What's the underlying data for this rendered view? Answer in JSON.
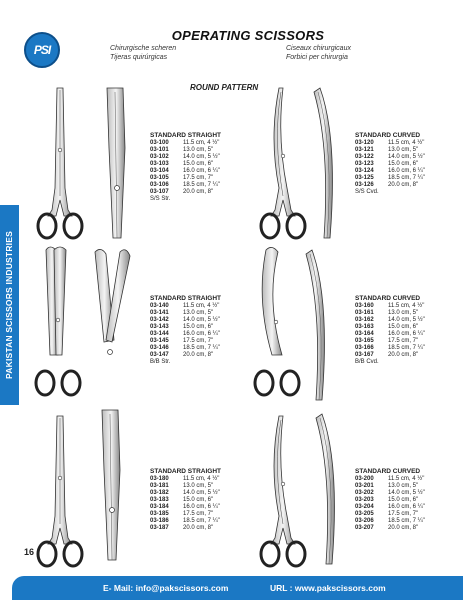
{
  "logo": {
    "text": "PSI"
  },
  "title": "OPERATING SCISSORS",
  "subtitles": {
    "de": "Chirurgische scheren",
    "es": "Tijeras quirúrgicas",
    "fr": "Ciseaux chirurgicaux",
    "it": "Forbici per chirurgia"
  },
  "pattern_label": "ROUND PATTERN",
  "sidebar_text": "PAKISTAN SCISSORS INDUSTRIES",
  "sizes": [
    "11.5 cm, 4 ½\"",
    "13.0 cm, 5\"",
    "14.0 cm, 5 ½\"",
    "15.0 cm, 6\"",
    "16.0 cm, 6 ¼\"",
    "17.5 cm, 7\"",
    "18.5 cm, 7 ¼\"",
    "20.0 cm, 8\""
  ],
  "blocks": [
    {
      "head": "STANDARD STRAIGHT",
      "codes": [
        "03-100",
        "03-101",
        "03-102",
        "03-103",
        "03-104",
        "03-105",
        "03-106",
        "03-107"
      ],
      "note": "S/S Str."
    },
    {
      "head": "STANDARD CURVED",
      "codes": [
        "03-120",
        "03-121",
        "03-122",
        "03-123",
        "03-124",
        "03-125",
        "03-126"
      ],
      "note": "S/S Cvd."
    },
    {
      "head": "STANDARD STRAIGHT",
      "codes": [
        "03-140",
        "03-141",
        "03-142",
        "03-143",
        "03-144",
        "03-145",
        "03-146",
        "03-147"
      ],
      "note": "B/B Str."
    },
    {
      "head": "STANDARD CURVED",
      "codes": [
        "03-160",
        "03-161",
        "03-162",
        "03-163",
        "03-164",
        "03-165",
        "03-166",
        "03-167"
      ],
      "note": "B/B Cvd."
    },
    {
      "head": "STANDARD STRAIGHT",
      "codes": [
        "03-180",
        "03-181",
        "03-182",
        "03-183",
        "03-184",
        "03-185",
        "03-186",
        "03-187"
      ],
      "note": ""
    },
    {
      "head": "STANDARD CURVED",
      "codes": [
        "03-200",
        "03-201",
        "03-202",
        "03-203",
        "03-204",
        "03-205",
        "03-206",
        "03-207"
      ],
      "note": ""
    }
  ],
  "page_number": "16",
  "footer": {
    "email": "E- Mail: info@pakscissors.com",
    "url": "URL  :  www.pakscissors.com"
  },
  "colors": {
    "accent": "#1b78c4"
  }
}
